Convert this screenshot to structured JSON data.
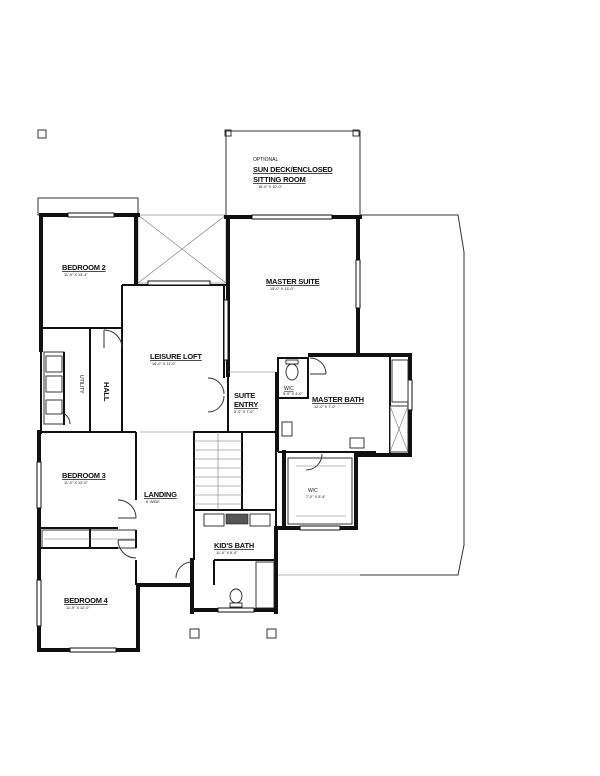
{
  "rooms": {
    "sundeck_optional": "OPTIONAL",
    "sundeck_line1": "SUN DECK/ENCLOSED",
    "sundeck_line2": "SITTING ROOM",
    "sundeck_dim": "16'-0\" X 10'-0\"",
    "bedroom2": "BEDROOM 2",
    "bedroom2_dim": "11'-9\" X 13'-4\"",
    "master_suite": "MASTER SUITE",
    "master_suite_dim": "15'-0\" X 13'-0\"",
    "leisure_loft": "LEISURE LOFT",
    "leisure_loft_dim": "16'-0\" X 11'-0\"",
    "utility": "UTILITY",
    "hall": "HALL",
    "wic1": "W/C",
    "wic1_dim": "5'-0\" X 4'-0\"",
    "suite_entry_line1": "SUITE",
    "suite_entry_line2": "ENTRY",
    "suite_entry_dim": "5'-0\" X 7'-0\"",
    "master_bath": "MASTER BATH",
    "master_bath_dim": "12'-0\" X 7'-0\"",
    "wic2": "W/C",
    "wic2_dim": "7'-0\" X 5'-4\"",
    "bedroom3": "BEDROOM 3",
    "bedroom3_dim": "11'-0\" X 12'-0\"",
    "landing": "LANDING",
    "landing_dim": "6' WIDE",
    "kids_bath": "KID'S BATH",
    "kids_bath_dim": "11'-0\" X 5'-0\"",
    "bedroom4": "BEDROOM 4",
    "bedroom4_dim": "11'-9\" X 12'-0\""
  }
}
